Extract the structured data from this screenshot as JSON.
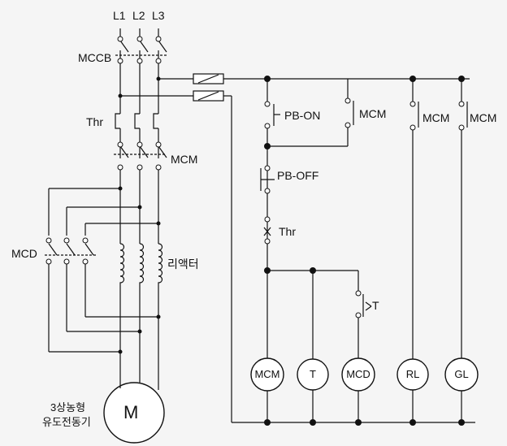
{
  "power": {
    "lines": [
      "L1",
      "L2",
      "L3"
    ],
    "breaker": "MCCB",
    "overload": "Thr",
    "main_contactor": "MCM",
    "delta_contactor": "MCD",
    "reactor": "리액터",
    "motor_symbol": "M",
    "motor_desc_1": "3상농형",
    "motor_desc_2": "유도전동기"
  },
  "control": {
    "pb_on": "PB-ON",
    "pb_off": "PB-OFF",
    "mcm_self_hold": "MCM",
    "mcm_rl": "MCM",
    "mcm_gl": "MCM",
    "thr_contact": "Thr",
    "timer_contact": "T",
    "coils": [
      "MCM",
      "T",
      "MCD",
      "RL",
      "GL"
    ]
  }
}
